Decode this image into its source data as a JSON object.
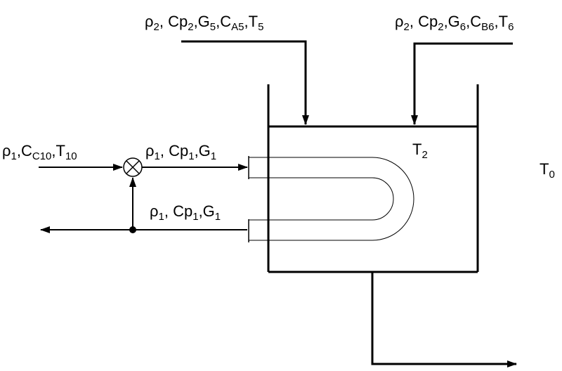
{
  "labels": {
    "feed5": {
      "parts": [
        [
          "ρ",
          "2"
        ],
        [
          ", Cp",
          "2"
        ],
        [
          ",G",
          "5"
        ],
        [
          ",C",
          "A5"
        ],
        [
          ",T",
          "5"
        ]
      ]
    },
    "feed6": {
      "parts": [
        [
          "ρ",
          "2"
        ],
        [
          ", Cp",
          "2"
        ],
        [
          ",G",
          "6"
        ],
        [
          ",C",
          "B6"
        ],
        [
          ",T",
          "6"
        ]
      ]
    },
    "inlet": {
      "parts": [
        [
          "ρ",
          "1"
        ],
        [
          ",C",
          "C10"
        ],
        [
          ",T",
          "10"
        ]
      ]
    },
    "coil_in": {
      "parts": [
        [
          "ρ",
          "1"
        ],
        [
          ", Cp",
          "1"
        ],
        [
          ",G",
          "1"
        ]
      ]
    },
    "coil_out": {
      "parts": [
        [
          "ρ",
          "1"
        ],
        [
          ", Cp",
          "1"
        ],
        [
          ",G",
          "1"
        ]
      ]
    },
    "tank_temp": {
      "parts": [
        [
          "T",
          "2"
        ]
      ]
    },
    "ambient": {
      "parts": [
        [
          "T",
          "0"
        ]
      ]
    }
  }
}
